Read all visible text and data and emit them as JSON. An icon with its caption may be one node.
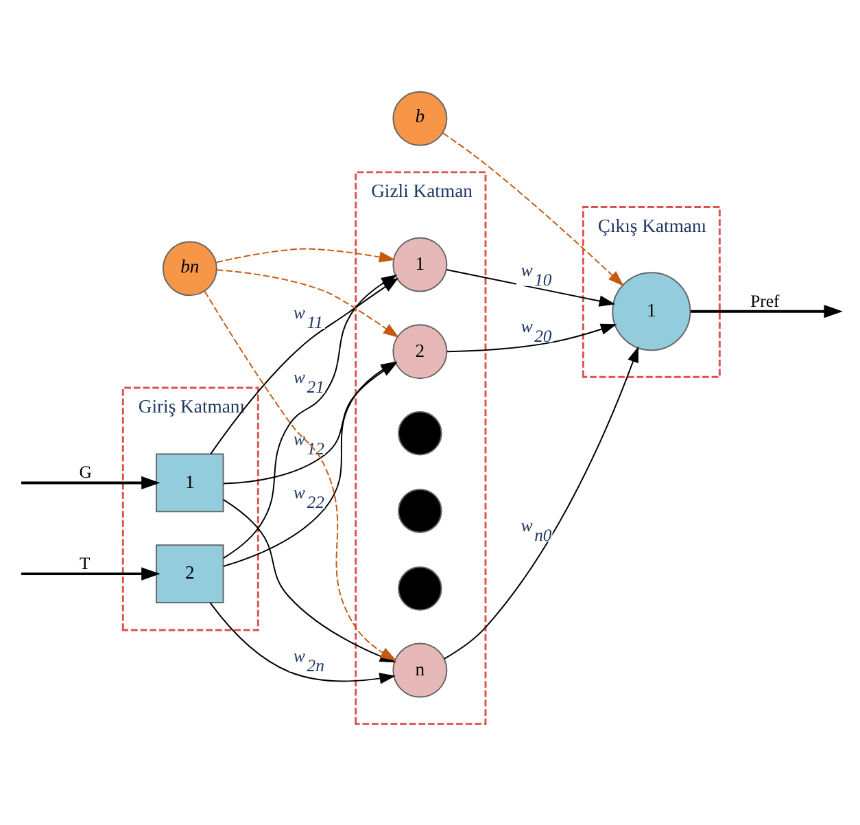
{
  "diagram": {
    "nodes": [
      {
        "text": [
          "Giriş Katmanı"
        ]
      },
      {
        "text": [
          "1"
        ],
        "in": 0
      },
      {
        "text": [
          "2"
        ],
        "in": 0
      },
      {
        "text": [
          "Gizli Katman"
        ]
      },
      {
        "text": [
          "1"
        ],
        "in": 3
      },
      {
        "text": [
          "2"
        ],
        "in": 3
      },
      {
        "text": [],
        "shape": "circle",
        "in": 3
      },
      {
        "text": [],
        "shape": "circle",
        "in": 3
      },
      {
        "text": [],
        "shape": "circle",
        "in": 3
      },
      {
        "text": [
          "n"
        ],
        "in": 3
      },
      {
        "text": [
          "Çıkış Katmanı"
        ]
      },
      {
        "text": [
          "1"
        ],
        "in": 10
      },
      {
        "text": [
          "bn"
        ]
      },
      {
        "text": [
          "b"
        ]
      }
    ],
    "edges": [
      {
        "from": null,
        "to": 1,
        "arrow": "to",
        "label": "G"
      },
      {
        "from": null,
        "to": 2,
        "arrow": "to",
        "label": "T"
      },
      {
        "from": 1,
        "to": 4,
        "arrow": "to",
        "label": "w$_{11}$"
      },
      {
        "from": 1,
        "to": 5,
        "arrow": "to",
        "label": "w$_{12}$"
      },
      {
        "from": 1,
        "to": 9,
        "arrow": "to"
      },
      {
        "from": 2,
        "to": 4,
        "arrow": "to",
        "label": "w$_{21}$"
      },
      {
        "from": 2,
        "to": 5,
        "arrow": "to",
        "label": "w$_{22}$"
      },
      {
        "from": 2,
        "to": 9,
        "arrow": "to",
        "label": "w$_{2n}$"
      },
      {
        "from": 4,
        "to": 11,
        "arrow": "to",
        "label": "w$_{10}$"
      },
      {
        "from": 5,
        "to": 11,
        "arrow": "to",
        "label": "w$_{20}$"
      },
      {
        "from": 9,
        "to": 11,
        "arrow": "to",
        "label": "w$_{n0}$"
      },
      {
        "from": 11,
        "to": null,
        "arrow": "to",
        "label": "Pref"
      },
      {
        "from": 12,
        "to": 4,
        "arrow": "to",
        "style": "dashed",
        "color": "#c55a11"
      },
      {
        "from": 12,
        "to": 5,
        "arrow": "to",
        "style": "dashed",
        "color": "#c55a11"
      },
      {
        "from": 12,
        "to": 9,
        "arrow": "to",
        "style": "dashed",
        "color": "#c55a11"
      },
      {
        "from": 13,
        "to": 11,
        "arrow": "to",
        "style": "dashed",
        "color": "#c55a11"
      }
    ]
  }
}
